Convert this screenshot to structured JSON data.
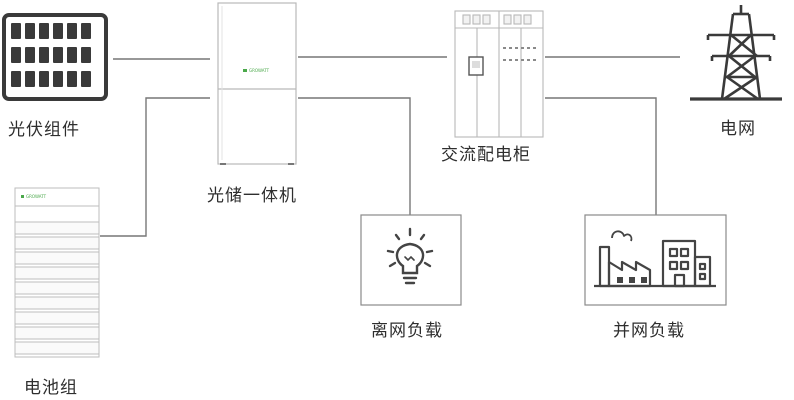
{
  "labels": {
    "pv_modules": "光伏组件",
    "inverter": "光储一体机",
    "ac_cabinet": "交流配电柜",
    "grid": "电网",
    "battery": "电池组",
    "offgrid_load": "离网负载",
    "ongrid_load": "并网负载"
  },
  "colors": {
    "line": "#777777",
    "device_stroke": "#b9b9b9",
    "panel_cell": "#3a3a3a",
    "icon": "#444444",
    "accent": "#4aa84a"
  },
  "icons": {
    "pv": "solar-panel-icon",
    "inverter": "inverter-cabinet-icon",
    "ac_cabinet": "distribution-cabinet-icon",
    "grid": "transmission-tower-icon",
    "battery": "battery-stack-icon",
    "offgrid": "light-bulb-icon",
    "ongrid": "factory-building-icon"
  }
}
